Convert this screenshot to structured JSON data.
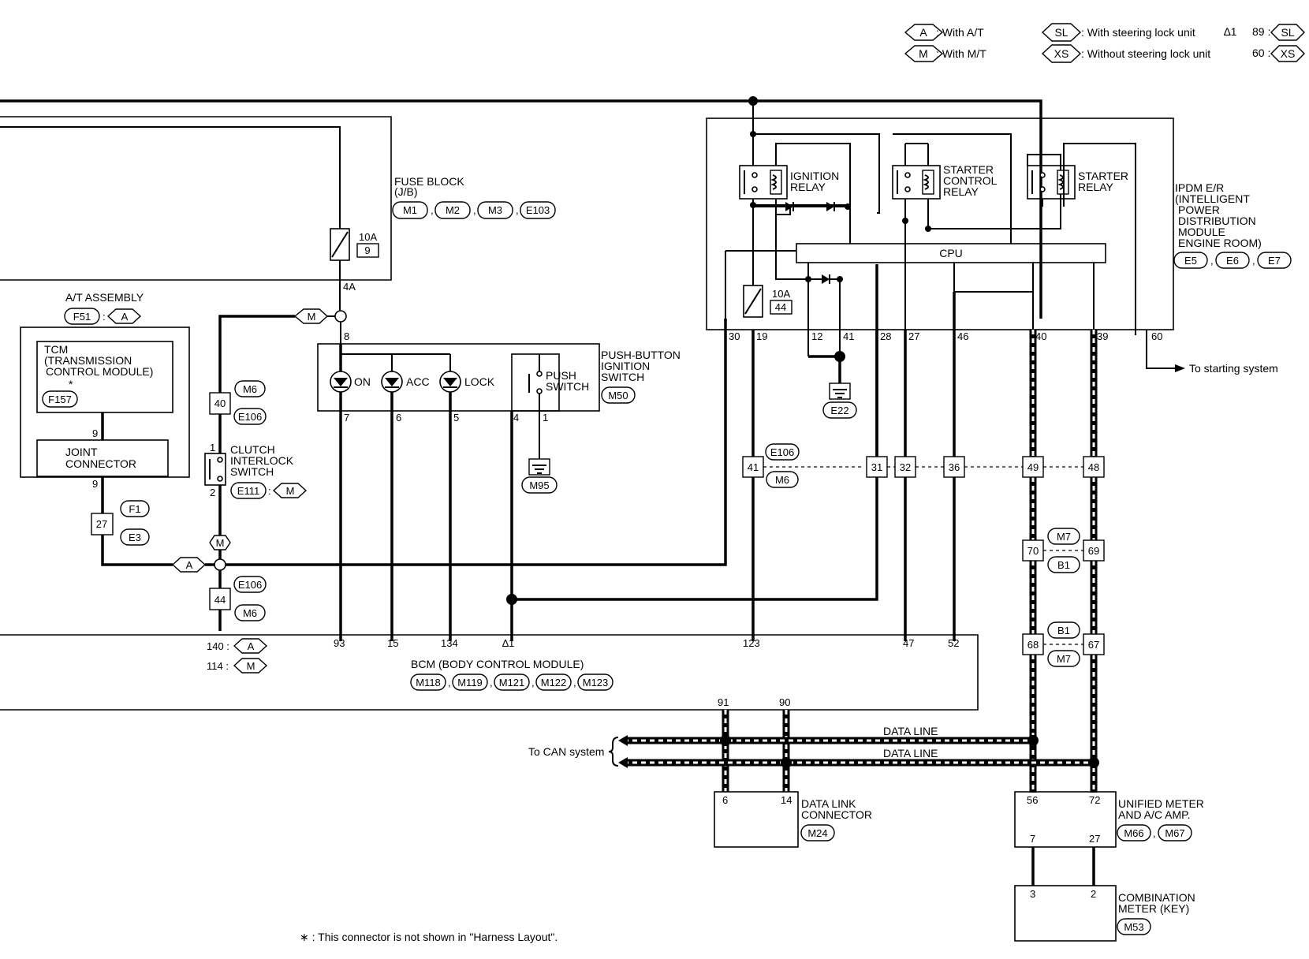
{
  "legend": {
    "a_tag": "A",
    "a_text": ": With A/T",
    "m_tag": "M",
    "m_text": ": With M/T",
    "sl_tag": "SL",
    "sl_text": ": With steering lock unit",
    "xs_tag": "XS",
    "xs_text": ": Without steering lock unit",
    "star1": "∆1",
    "p89": "89 :",
    "p60": "60 :"
  },
  "fuse_block": {
    "title": "FUSE BLOCK",
    "sub": "(J/B)",
    "connectors": [
      "M1",
      "M2",
      "M3",
      "E103"
    ],
    "fuse_rating": "10A",
    "fuse_no": "9",
    "pin_out": "4A",
    "pin_in": "8"
  },
  "at_assembly": {
    "title": "A/T ASSEMBLY",
    "conn": "F51",
    "tag": "A",
    "tcm1": "TCM",
    "tcm2": "(TRANSMISSION",
    "tcm3": "CONTROL MODULE)",
    "star": "*",
    "tcm_conn": "F157",
    "joint1": "JOINT",
    "joint2": "CONNECTOR",
    "pin9a": "9",
    "pin9b": "9"
  },
  "push_button": {
    "title1": "PUSH-BUTTON",
    "title2": "IGNITION",
    "title3": "SWITCH",
    "conn": "M50",
    "on": "ON",
    "acc": "ACC",
    "lock": "LOCK",
    "sw1": "PUSH",
    "sw2": "SWITCH",
    "pins": [
      "7",
      "6",
      "5",
      "4",
      "1"
    ],
    "ground": "M95"
  },
  "clutch": {
    "t1": "CLUTCH",
    "t2": "INTERLOCK",
    "t3": "SWITCH",
    "conn": "E111",
    "tag": "M",
    "pin1": "1",
    "pin2": "2"
  },
  "inline": {
    "m_tag": "M",
    "c40": "40",
    "c40_top": "M6",
    "c40_bot": "E106",
    "c27": "27",
    "c27_top": "F1",
    "c27_bot": "E3",
    "c44": "44",
    "c44_top": "E106",
    "c44_bot": "M6",
    "a_tag": "A",
    "m_tag2": "M"
  },
  "ipdm": {
    "t1": "IPDM E/R",
    "t2": "(INTELLIGENT",
    "t3": "POWER",
    "t4": "DISTRIBUTION",
    "t5": "MODULE",
    "t6": "ENGINE ROOM)",
    "conns": [
      "E5",
      "E6",
      "E7"
    ],
    "relay1a": "IGNITION",
    "relay1b": "RELAY",
    "relay2a": "STARTER",
    "relay2b": "CONTROL",
    "relay2c": "RELAY",
    "relay3a": "STARTER",
    "relay3b": "RELAY",
    "cpu": "CPU",
    "fuse_rating": "10A",
    "fuse_no": "44",
    "pins": [
      "30",
      "19",
      "12",
      "41",
      "28",
      "27",
      "46",
      "40",
      "39",
      "60"
    ],
    "ground": "E22",
    "to_start": "To starting system"
  },
  "row41": {
    "c41": "41",
    "c41_top": "E106",
    "c41_bot": "M6",
    "c31": "31",
    "c32": "32",
    "c36": "36",
    "c49": "49",
    "c48": "48"
  },
  "mid": {
    "c70": "70",
    "c69": "69",
    "top1": "M7",
    "bot1": "B1",
    "c68": "68",
    "c67": "67",
    "top2": "B1",
    "bot2": "M7"
  },
  "bcm": {
    "title": "BCM (BODY CONTROL MODULE)",
    "conns": [
      "M118",
      "M119",
      "M121",
      "M122",
      "M123"
    ],
    "pins": [
      "93",
      "15",
      "134",
      "∆1",
      "123",
      "47",
      "52"
    ],
    "p140": "140 :",
    "p114": "114 :",
    "a_tag": "A",
    "m_tag": "M",
    "p91": "91",
    "p90": "90"
  },
  "can": {
    "to": "To CAN system",
    "line1": "DATA LINE",
    "line2": "DATA LINE"
  },
  "dlc": {
    "t1": "DATA LINK",
    "t2": "CONNECTOR",
    "conn": "M24",
    "p6": "6",
    "p14": "14"
  },
  "meter": {
    "t1": "UNIFIED METER",
    "t2": "AND A/C AMP.",
    "conns": [
      "M66",
      "M67"
    ],
    "p56": "56",
    "p72": "72",
    "p7": "7",
    "p27": "27"
  },
  "combi": {
    "t1": "COMBINATION",
    "t2": "METER (KEY)",
    "conn": "M53",
    "p3": "3",
    "p2": "2"
  },
  "footnote": "∗ : This connector is not shown in \"Harness Layout\"."
}
